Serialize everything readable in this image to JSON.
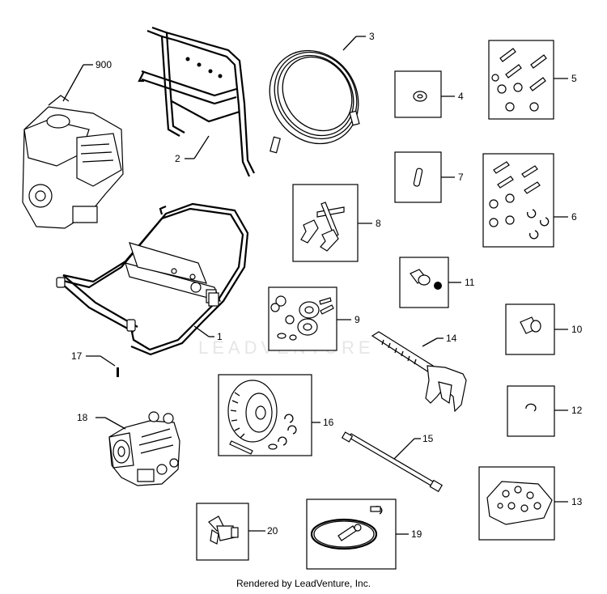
{
  "callouts": {
    "c900": "900",
    "c1": "1",
    "c2": "2",
    "c3": "3",
    "c4": "4",
    "c5": "5",
    "c6": "6",
    "c7": "7",
    "c8": "8",
    "c9": "9",
    "c10": "10",
    "c11": "11",
    "c12": "12",
    "c13": "13",
    "c14": "14",
    "c15": "15",
    "c16": "16",
    "c17": "17",
    "c18": "18",
    "c19": "19",
    "c20": "20"
  },
  "watermark": "LEADVENTURE",
  "footer": "Rendered by LeadVenture, Inc."
}
